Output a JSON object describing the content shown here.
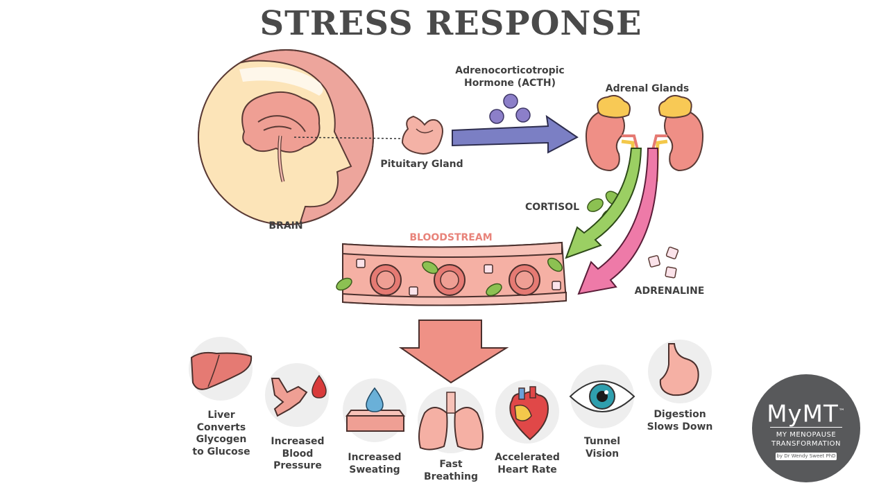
{
  "title": "STRESS RESPONSE",
  "labels": {
    "brain": "BRAIN",
    "pituitary": "Pituitary Gland",
    "acth_line1": "Adrenocorticotropic",
    "acth_line2": "Hormone (ACTH)",
    "adrenal": "Adrenal Glands",
    "cortisol": "CORTISOL",
    "bloodstream": "BLOODSTREAM",
    "adrenaline": "ADRENALINE"
  },
  "effects": [
    {
      "icon": "liver-icon",
      "line1": "Liver",
      "line2": "Converts",
      "line3": "Glycogen",
      "line4": "to Glucose"
    },
    {
      "icon": "blood-vessel-icon",
      "line1": "Increased",
      "line2": "Blood",
      "line3": "Pressure",
      "line4": ""
    },
    {
      "icon": "sweat-drop-icon",
      "line1": "Increased",
      "line2": "Sweating",
      "line3": "",
      "line4": ""
    },
    {
      "icon": "lungs-icon",
      "line1": "Fast",
      "line2": "Breathing",
      "line3": "",
      "line4": ""
    },
    {
      "icon": "heart-icon",
      "line1": "Accelerated",
      "line2": "Heart Rate",
      "line3": "",
      "line4": ""
    },
    {
      "icon": "eye-icon",
      "line1": "Tunnel",
      "line2": "Vision",
      "line3": "",
      "line4": ""
    },
    {
      "icon": "stomach-icon",
      "line1": "Digestion",
      "line2": "Slows Down",
      "line3": "",
      "line4": ""
    }
  ],
  "logo": {
    "brand": "MyMT",
    "tm": "™",
    "line1": "MY MENOPAUSE",
    "line2": "TRANSFORMATION",
    "line3": "by Dr Wendy Sweet PhD"
  },
  "colors": {
    "title": "#4a4a4a",
    "bloodstream_label": "#e8837a",
    "acth_arrow": "#7b7fc4",
    "cortisol_arrow": "#9bcf63",
    "adrenaline_arrow": "#ee7aa8",
    "vessel": "#f2a49a",
    "logo_bg": "#58595b"
  }
}
